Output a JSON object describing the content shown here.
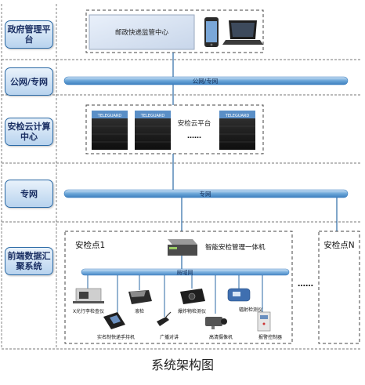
{
  "sections": {
    "gov": "政府管理平台",
    "public": "公网/专网",
    "cloud": "安检云计算中心",
    "private": "专网",
    "frontend": "前端数据汇聚系统"
  },
  "gov_platform": {
    "center_title": "邮政快递监管中心"
  },
  "public_bus": "公网/专网",
  "cloud": {
    "platform_label": "安检云平台",
    "ellipsis": "……",
    "server_brand": "TELEGUARD"
  },
  "private_bus": "专网",
  "checkpoint1": {
    "title": "安检点1",
    "host": "智能安检管理一体机",
    "lan": "局域网",
    "devices": {
      "xray": "X光行李检查仪",
      "scanner": "实名制快递手持机",
      "printer": "液检",
      "radio": "广播对讲",
      "explosive": "爆炸物检测仪",
      "camera": "高清摄像机",
      "radiation": "辐射检测仪",
      "alarm": "报警控制器"
    }
  },
  "checkpointN": {
    "title": "安检点N"
  },
  "dots": "……",
  "caption": "系统架构图",
  "colors": {
    "bus": "#6aa5d8",
    "label_border": "#2b6aa6",
    "label_text": "#1a2f63"
  }
}
